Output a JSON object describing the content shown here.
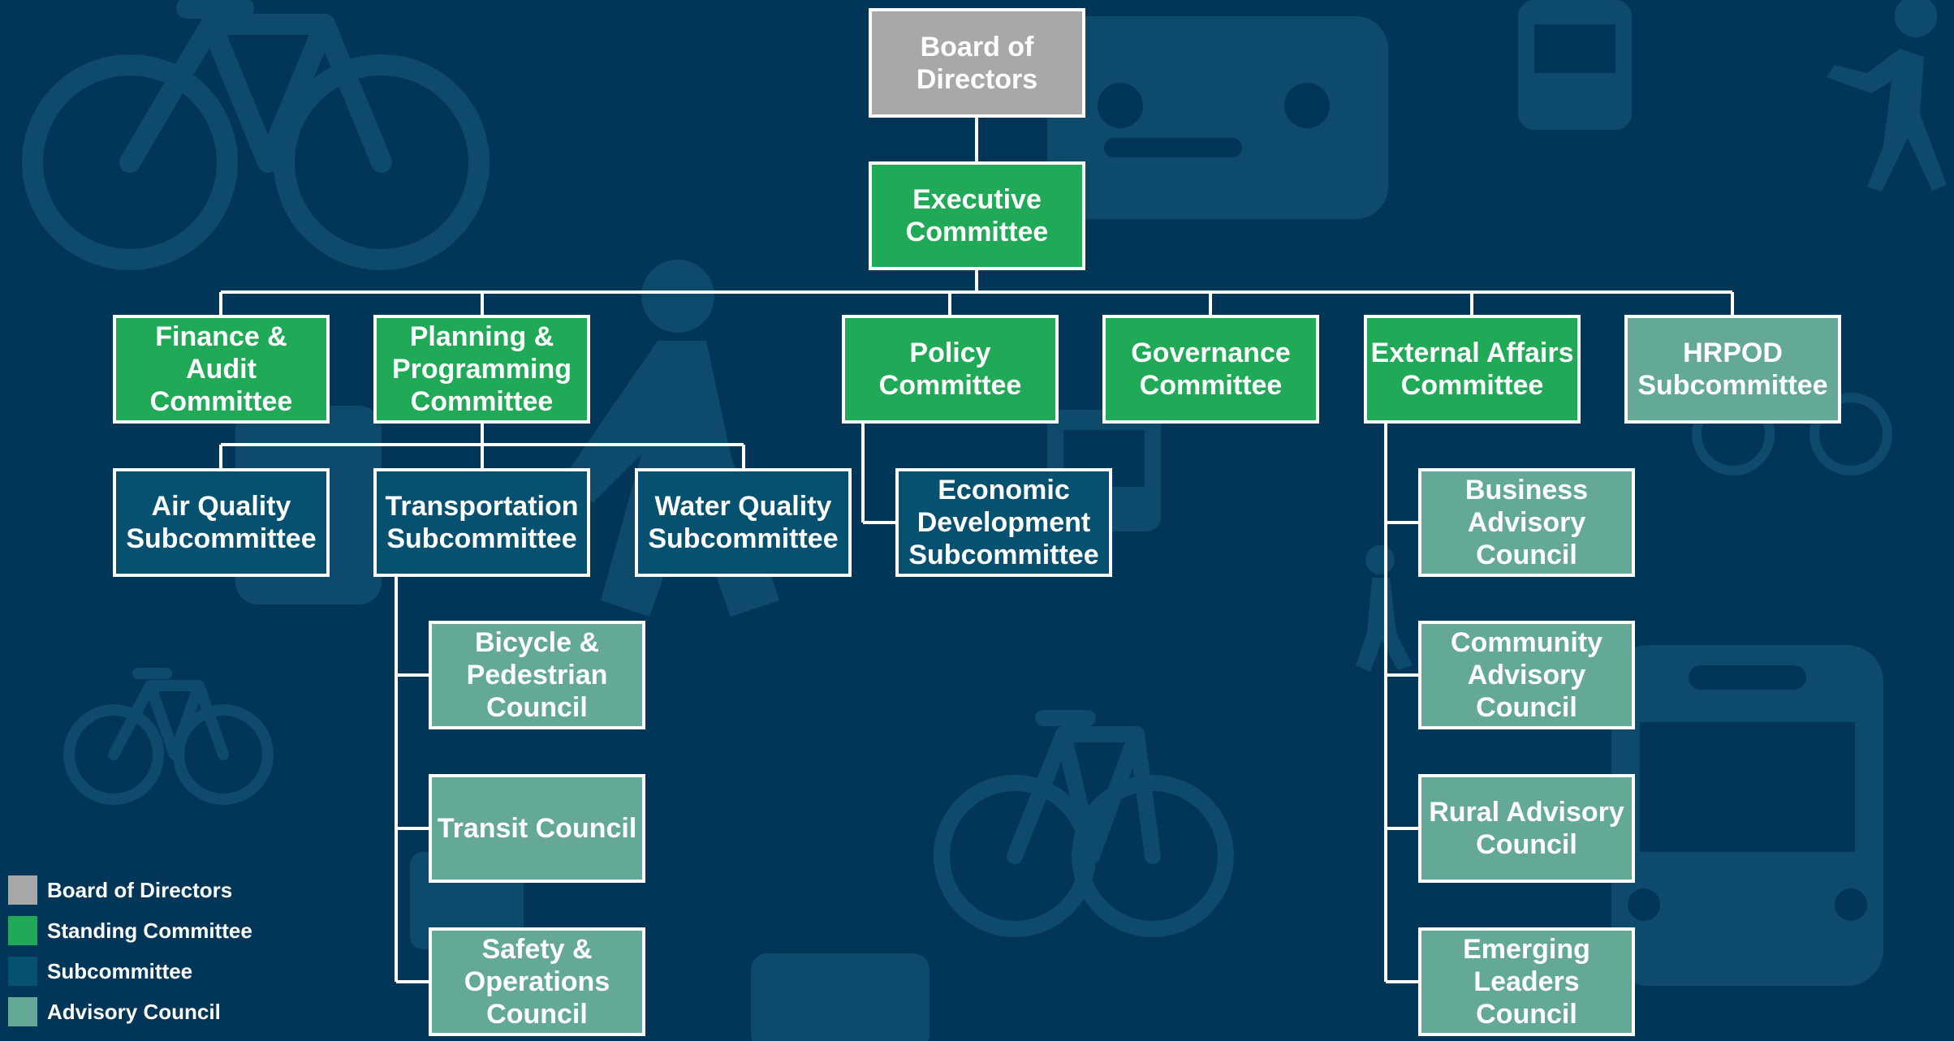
{
  "colors": {
    "background": "#023658",
    "board": "#a7a8aa",
    "standing": "#20a956",
    "subcommittee": "#05516f",
    "advisory": "#64a897",
    "line": "#ffffff"
  },
  "nodes": {
    "board": {
      "label": "Board of\nDirectors",
      "type": "board"
    },
    "executive": {
      "label": "Executive\nCommittee",
      "type": "standing"
    },
    "finance": {
      "label": "Finance &\nAudit\nCommittee",
      "type": "standing"
    },
    "planning": {
      "label": "Planning &\nProgramming\nCommittee",
      "type": "standing"
    },
    "policy": {
      "label": "Policy\nCommittee",
      "type": "standing"
    },
    "governance": {
      "label": "Governance\nCommittee",
      "type": "standing"
    },
    "external": {
      "label": "External Affairs\nCommittee",
      "type": "standing"
    },
    "hrpod": {
      "label": "HRPOD\nSubcommittee",
      "type": "advisory"
    },
    "air_quality": {
      "label": "Air Quality\nSubcommittee",
      "type": "subcommittee"
    },
    "transportation": {
      "label": "Transportation\nSubcommittee",
      "type": "subcommittee"
    },
    "water_quality": {
      "label": "Water Quality\nSubcommittee",
      "type": "subcommittee"
    },
    "economic": {
      "label": "Economic\nDevelopment\nSubcommittee",
      "type": "subcommittee"
    },
    "bike_ped": {
      "label": "Bicycle &\nPedestrian\nCouncil",
      "type": "advisory"
    },
    "transit": {
      "label": "Transit Council",
      "type": "advisory"
    },
    "safety": {
      "label": "Safety &\nOperations\nCouncil",
      "type": "advisory"
    },
    "business": {
      "label": "Business\nAdvisory\nCouncil",
      "type": "advisory"
    },
    "community": {
      "label": "Community\nAdvisory\nCouncil",
      "type": "advisory"
    },
    "rural": {
      "label": "Rural Advisory\nCouncil",
      "type": "advisory"
    },
    "emerging": {
      "label": "Emerging\nLeaders\nCouncil",
      "type": "advisory"
    }
  },
  "legend": [
    {
      "label": "Board of Directors",
      "type": "board"
    },
    {
      "label": "Standing Committee",
      "type": "standing"
    },
    {
      "label": "Subcommittee",
      "type": "subcommittee"
    },
    {
      "label": "Advisory Council",
      "type": "advisory"
    }
  ]
}
